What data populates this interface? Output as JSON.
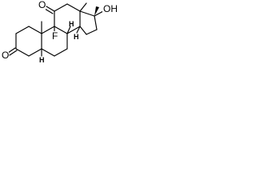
{
  "molecule": {
    "ketone_o_ring_c": "O",
    "ketone_o_ring_a": "O",
    "fluorine": "F",
    "hydroxyl": "OH",
    "stereo_h_c5": "H",
    "stereo_h_c8": "H",
    "stereo_h_c14": "H"
  },
  "colors": {
    "bond": "#000000",
    "background": "#ffffff"
  }
}
